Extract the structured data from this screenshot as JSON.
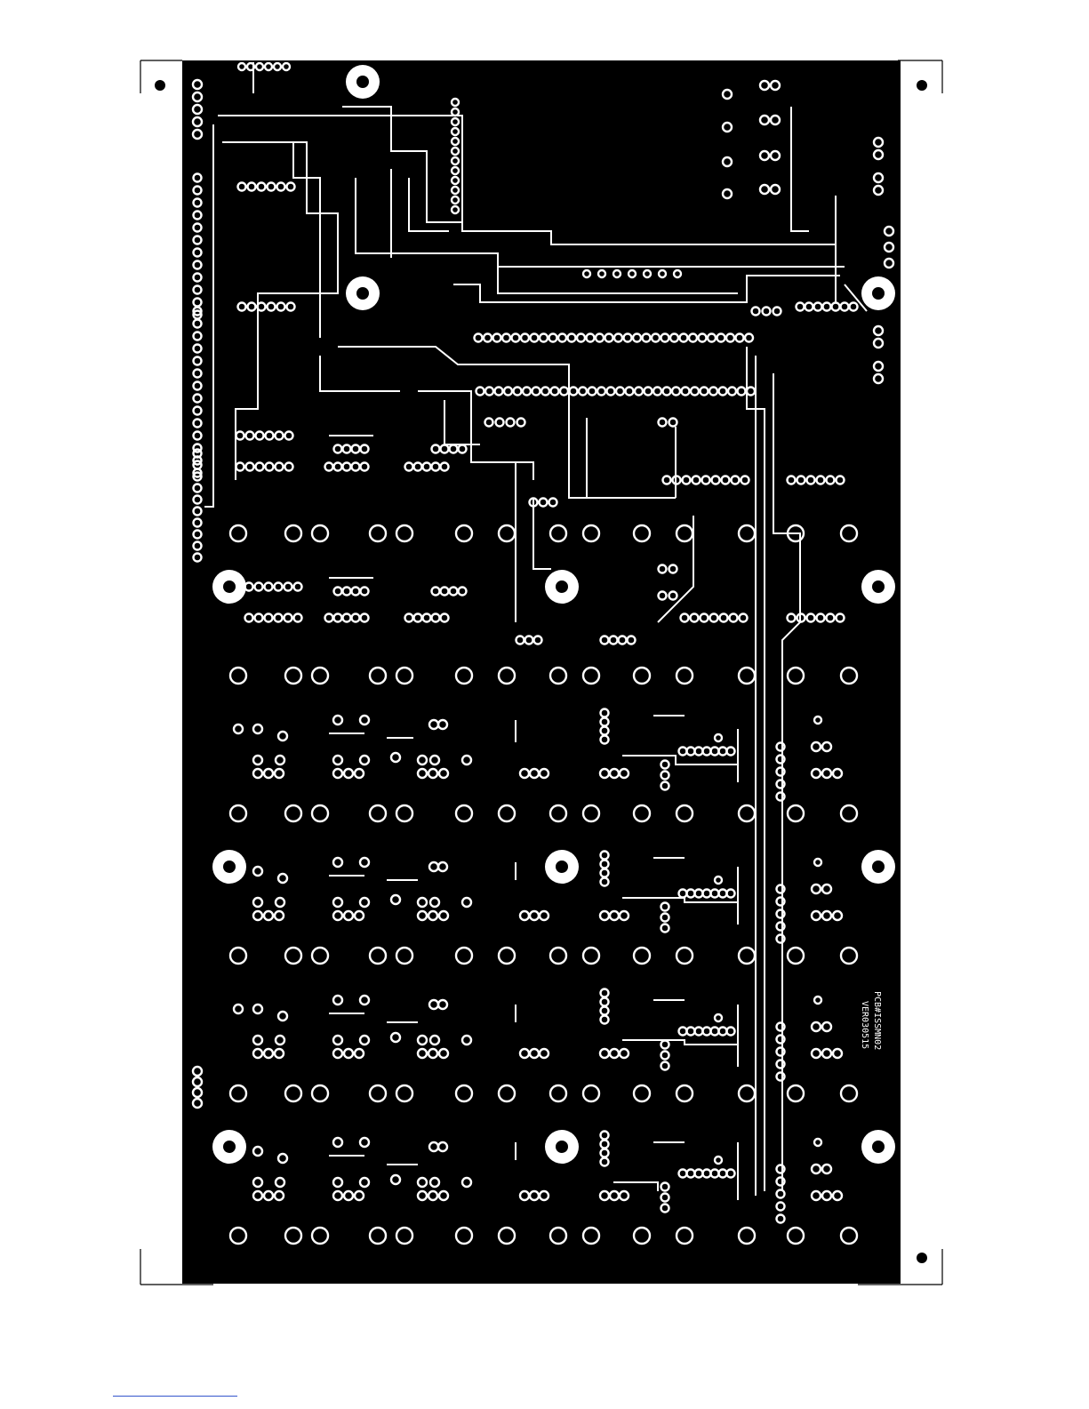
{
  "board": {
    "background": "#000000",
    "copper": "#ffffff",
    "page_bg": "#ffffff",
    "label_line1": "PCB#ISSMN02",
    "label_line2": "VER030515"
  },
  "mounting_holes": [
    {
      "name": "mount-hole-top-left"
    },
    {
      "name": "mount-hole-top-right"
    },
    {
      "name": "mount-hole-bottom-right"
    }
  ]
}
